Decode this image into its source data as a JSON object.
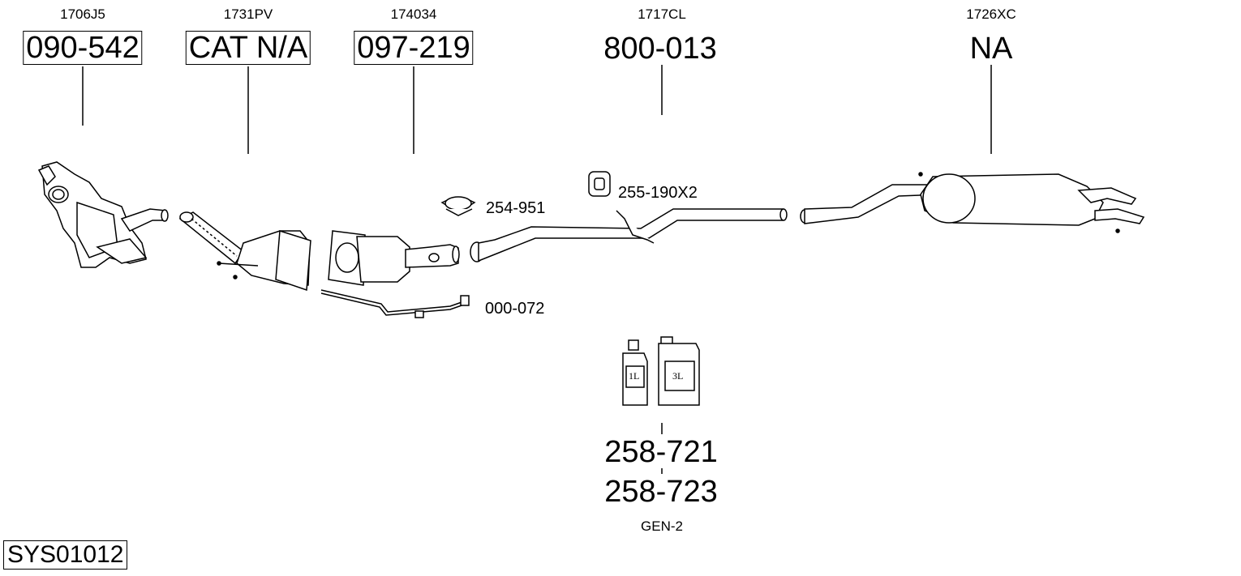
{
  "parts": [
    {
      "oe": "1706J5",
      "number": "090-542"
    },
    {
      "oe": "1731PV",
      "number": "CAT N/A"
    },
    {
      "oe": "174034",
      "number": "097-219"
    },
    {
      "oe": "1717CL",
      "number": "800-013"
    },
    {
      "oe": "1726XC",
      "number": "NA"
    }
  ],
  "accessories": {
    "clamp": "254-951",
    "rubber_mount": "255-190X2",
    "sensor_pipe": "000-072"
  },
  "paste": {
    "bottle_1": "1L",
    "bottle_2": "3L",
    "number_1": "258-721",
    "number_2": "258-723",
    "note": "GEN-2"
  },
  "system_code": "SYS01012"
}
